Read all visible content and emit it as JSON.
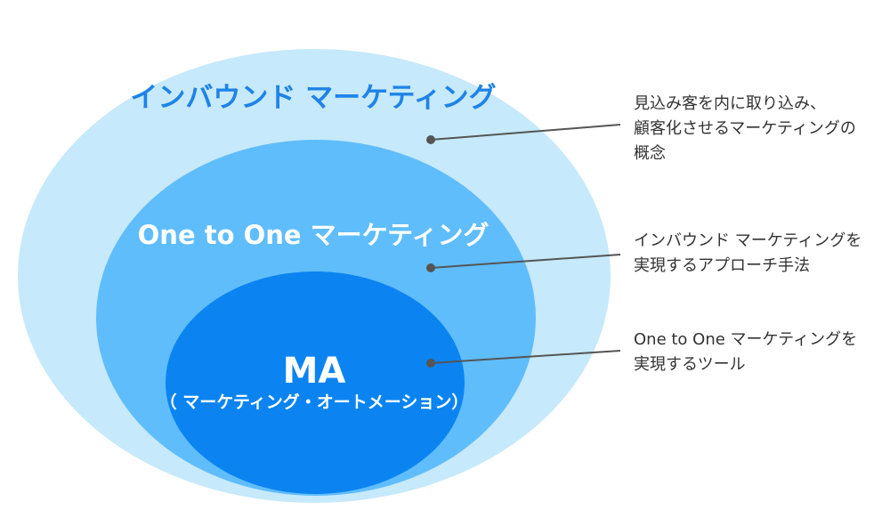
{
  "colors": {
    "outer": "#c6e9fb",
    "middle": "#5fbdfb",
    "inner": "#0b84f1",
    "leader": "#555555"
  },
  "layers": {
    "outer": {
      "title": "インバウンド マーケティング"
    },
    "middle": {
      "title": "One to One マーケティング"
    },
    "inner": {
      "title": "MA",
      "subtitle": "（ マーケティング・オートメーション）"
    }
  },
  "annotations": [
    {
      "lines": [
        "見込み客を内に取り込み、",
        "顧客化させるマーケティングの",
        "概念"
      ]
    },
    {
      "lines": [
        "インバウンド マーケティングを",
        "実現するアプローチ手法"
      ]
    },
    {
      "lines": [
        "One to One マーケティングを",
        "実現するツール"
      ]
    }
  ]
}
